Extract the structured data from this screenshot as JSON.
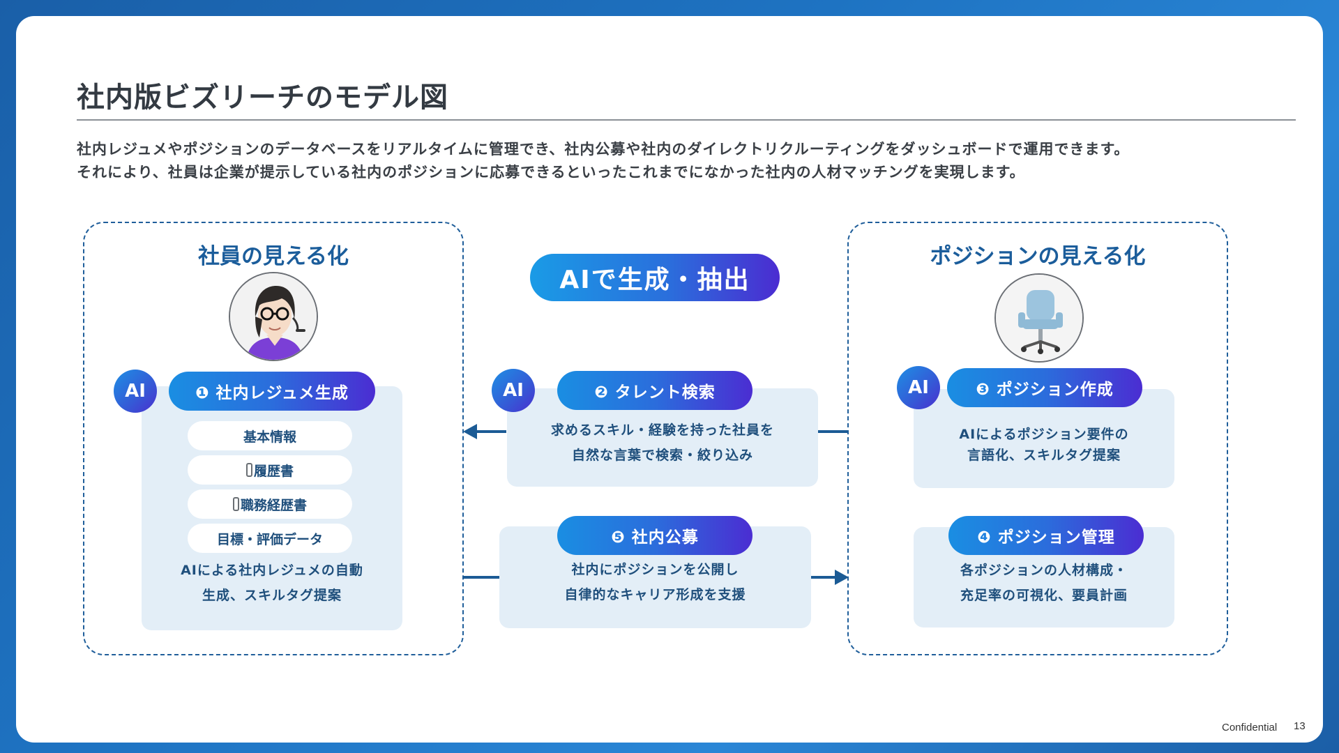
{
  "title": "社内版ビズリーチのモデル図",
  "description": {
    "line1": "社内レジュメやポジションのデータベースをリアルタイムに管理でき、社内公募や社内のダイレクトリクルーティングをダッシュボードで運用できます。",
    "line2": "それにより、社員は企業が提示している社内のポジションに応募できるといったこれまでになかった社内の人材マッチングを実現します。"
  },
  "center_label": "AIで生成・抽出",
  "ai_badge": "AI",
  "employee_panel": {
    "title": "社員の見える化",
    "step_label": "❶ 社内レジュメ生成",
    "chips": [
      "基本情報",
      "履歴書",
      "職務経歴書",
      "目標・評価データ"
    ],
    "text_line1": "AIによる社内レジュメの自動",
    "text_line2": "生成、スキルタグ提案"
  },
  "talent_search": {
    "step_label": "❷ タレント検索",
    "text_line1": "求めるスキル・経験を持った社員を",
    "text_line2": "自然な言葉で検索・絞り込み"
  },
  "internal_posting": {
    "step_label": "❺ 社内公募",
    "text_line1": "社内にポジションを公開し",
    "text_line2": "自律的なキャリア形成を支援"
  },
  "position_panel": {
    "title": "ポジションの見える化",
    "create": {
      "step_label": "❸ ポジション作成",
      "text_line1": "AIによるポジション要件の",
      "text_line2": "言語化、スキルタグ提案"
    },
    "manage": {
      "step_label": "❹ ポジション管理",
      "text_line1": "各ポジションの人材構成・",
      "text_line2": "充足率の可視化、要員計画"
    }
  },
  "footer": {
    "confidential": "Confidential",
    "page": "13"
  },
  "colors": {
    "accent_dark": "#1b5d9b",
    "card_bg": "#e3eef7",
    "gradient_start": "#1a8ee2",
    "gradient_end": "#4b2dd2"
  }
}
